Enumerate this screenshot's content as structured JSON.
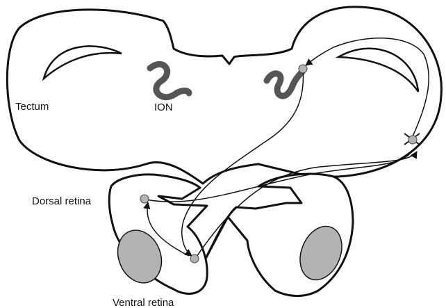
{
  "labels": {
    "tectum": "Tectum",
    "ion": "ION",
    "dorsal_retina": "Dorsal retina",
    "ventral_retina": "Ventral retina"
  },
  "colors": {
    "outline": "#111111",
    "ion": "#555555",
    "cell": "#b3b3b3",
    "eye_lens": "#b3b3b3"
  }
}
